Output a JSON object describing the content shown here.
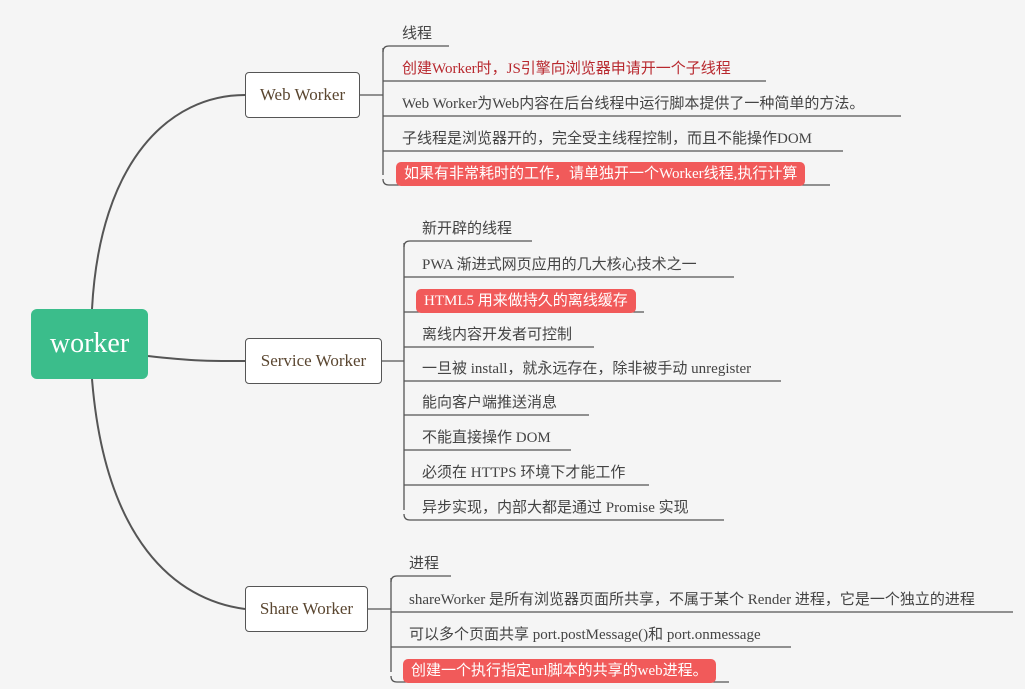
{
  "root": {
    "label": "worker"
  },
  "branches": [
    {
      "label": "Web Worker",
      "items": [
        {
          "text": "线程",
          "style": "plain"
        },
        {
          "text": "创建Worker时，JS引擎向浏览器申请开一个子线程",
          "style": "red-text"
        },
        {
          "text": "Web Worker为Web内容在后台线程中运行脚本提供了一种简单的方法。",
          "style": "plain"
        },
        {
          "text": "子线程是浏览器开的，完全受主线程控制，而且不能操作DOM",
          "style": "plain"
        },
        {
          "text": "如果有非常耗时的工作，请单独开一个Worker线程,执行计算",
          "style": "highlight"
        }
      ]
    },
    {
      "label": "Service Worker",
      "items": [
        {
          "text": "新开辟的线程",
          "style": "plain"
        },
        {
          "text": "PWA 渐进式网页应用的几大核心技术之一",
          "style": "plain"
        },
        {
          "text": "HTML5 用来做持久的离线缓存",
          "style": "highlight"
        },
        {
          "text": "离线内容开发者可控制",
          "style": "plain"
        },
        {
          "text": "一旦被 install，就永远存在，除非被手动 unregister",
          "style": "plain"
        },
        {
          "text": "能向客户端推送消息",
          "style": "plain"
        },
        {
          "text": "不能直接操作 DOM",
          "style": "plain"
        },
        {
          "text": "必须在 HTTPS 环境下才能工作",
          "style": "plain"
        },
        {
          "text": "异步实现，内部大都是通过 Promise 实现",
          "style": "plain"
        }
      ]
    },
    {
      "label": "Share Worker",
      "items": [
        {
          "text": "进程",
          "style": "plain"
        },
        {
          "text": "shareWorker 是所有浏览器页面所共享，不属于某个 Render 进程，它是一个独立的进程",
          "style": "plain"
        },
        {
          "text": "可以多个页面共享  port.postMessage()和 port.onmessage",
          "style": "plain"
        },
        {
          "text": "创建一个执行指定url脚本的共享的web进程。",
          "style": "highlight"
        }
      ]
    }
  ]
}
